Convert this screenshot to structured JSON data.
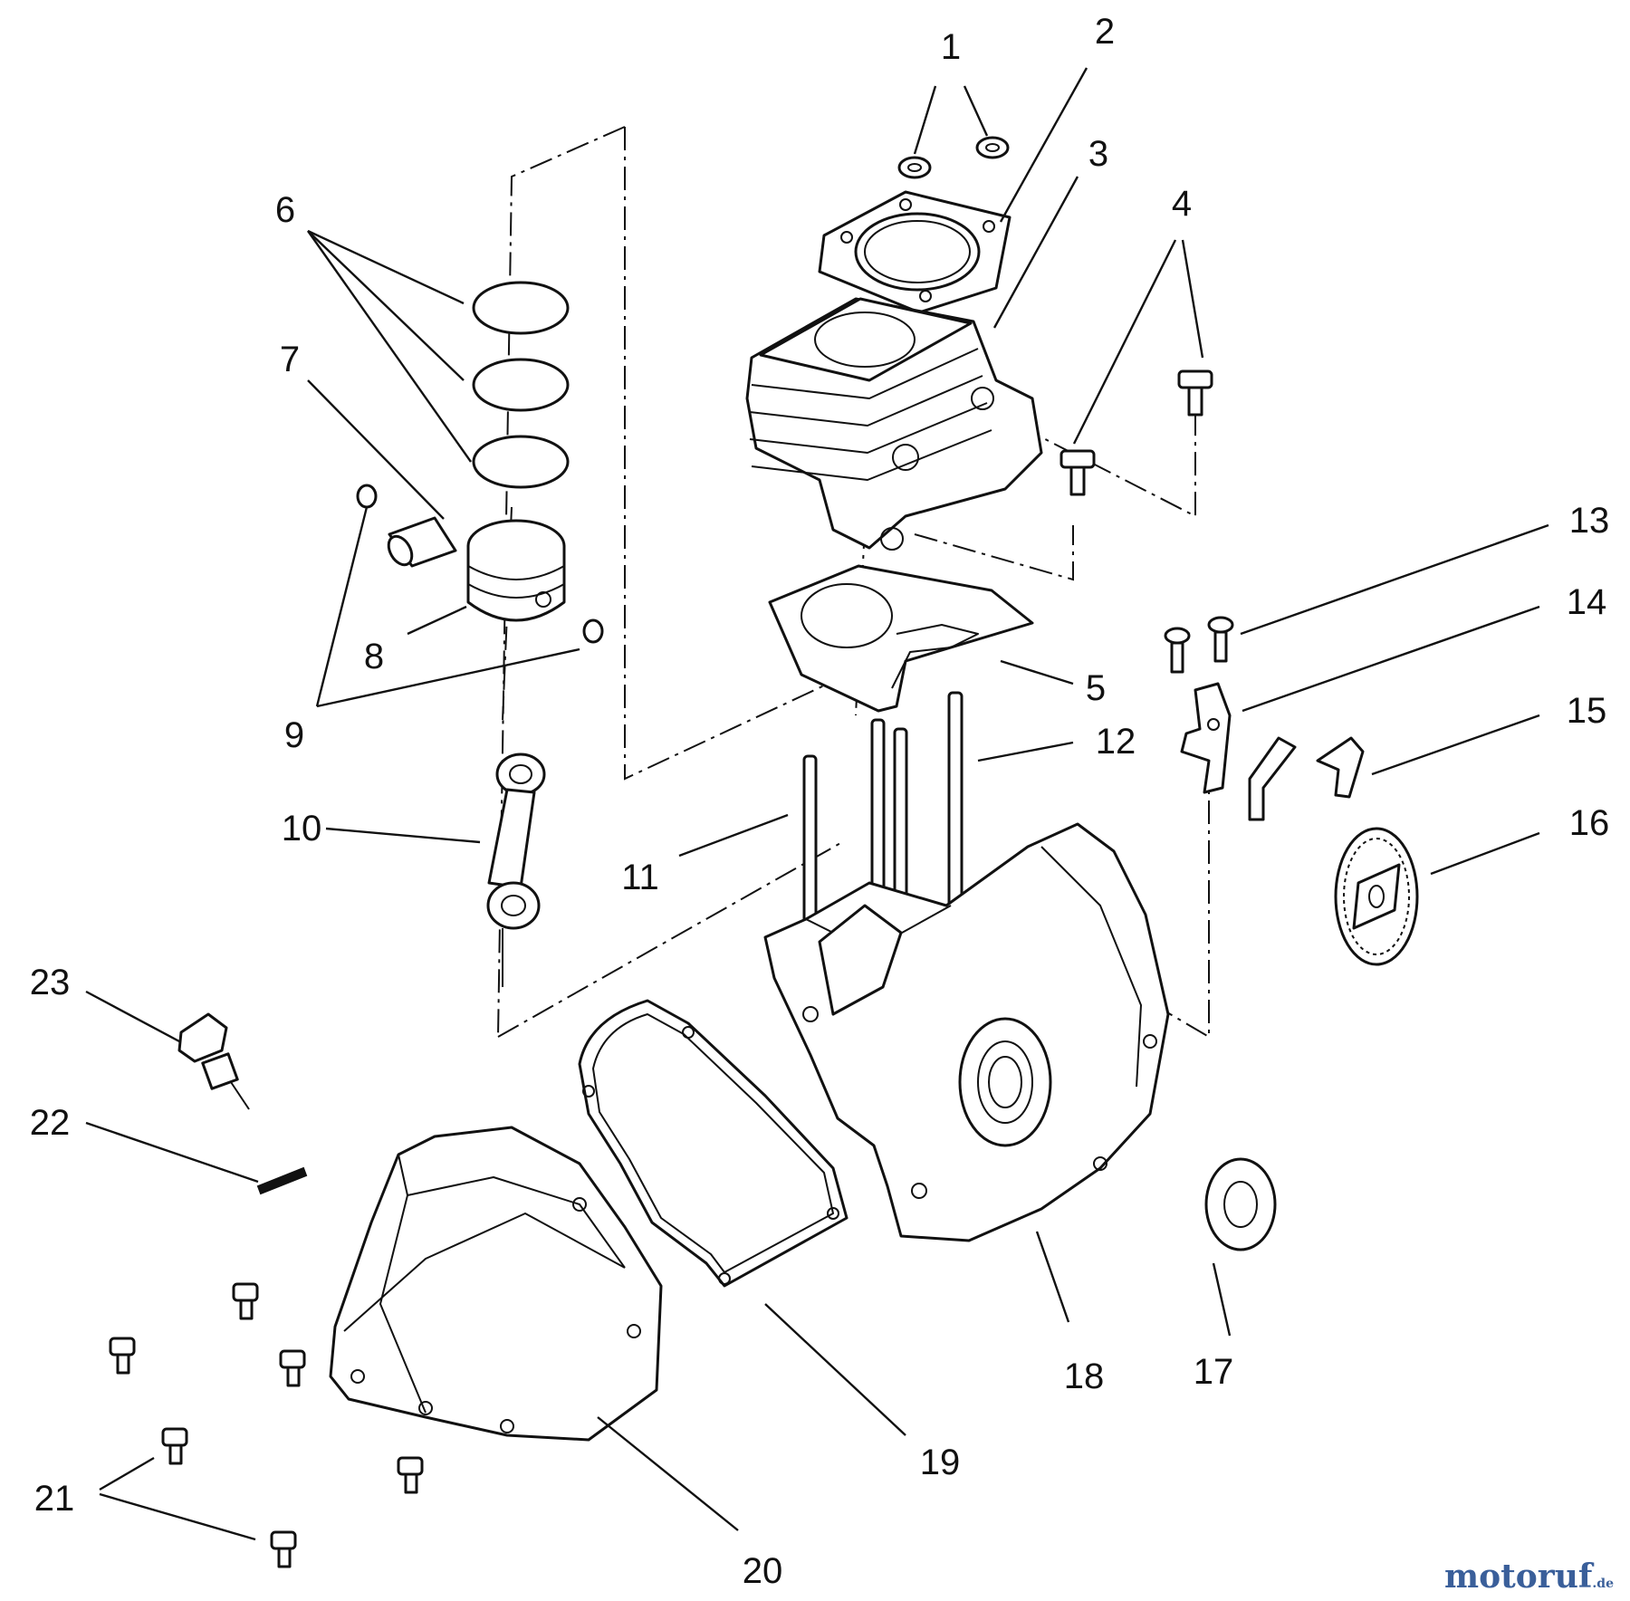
{
  "diagram": {
    "callouts": [
      {
        "id": "1",
        "label": "1"
      },
      {
        "id": "2",
        "label": "2"
      },
      {
        "id": "3",
        "label": "3"
      },
      {
        "id": "4",
        "label": "4"
      },
      {
        "id": "5",
        "label": "5"
      },
      {
        "id": "6",
        "label": "6"
      },
      {
        "id": "7",
        "label": "7"
      },
      {
        "id": "8",
        "label": "8"
      },
      {
        "id": "9",
        "label": "9"
      },
      {
        "id": "10",
        "label": "10"
      },
      {
        "id": "11",
        "label": "11"
      },
      {
        "id": "12",
        "label": "12"
      },
      {
        "id": "13",
        "label": "13"
      },
      {
        "id": "14",
        "label": "14"
      },
      {
        "id": "15",
        "label": "15"
      },
      {
        "id": "16",
        "label": "16"
      },
      {
        "id": "17",
        "label": "17"
      },
      {
        "id": "18",
        "label": "18"
      },
      {
        "id": "19",
        "label": "19"
      },
      {
        "id": "20",
        "label": "20"
      },
      {
        "id": "21",
        "label": "21"
      },
      {
        "id": "22",
        "label": "22"
      },
      {
        "id": "23",
        "label": "23"
      }
    ]
  },
  "watermark": {
    "brand": "motoruf",
    "suffix": ".de",
    "color": "#3a5f9a"
  }
}
